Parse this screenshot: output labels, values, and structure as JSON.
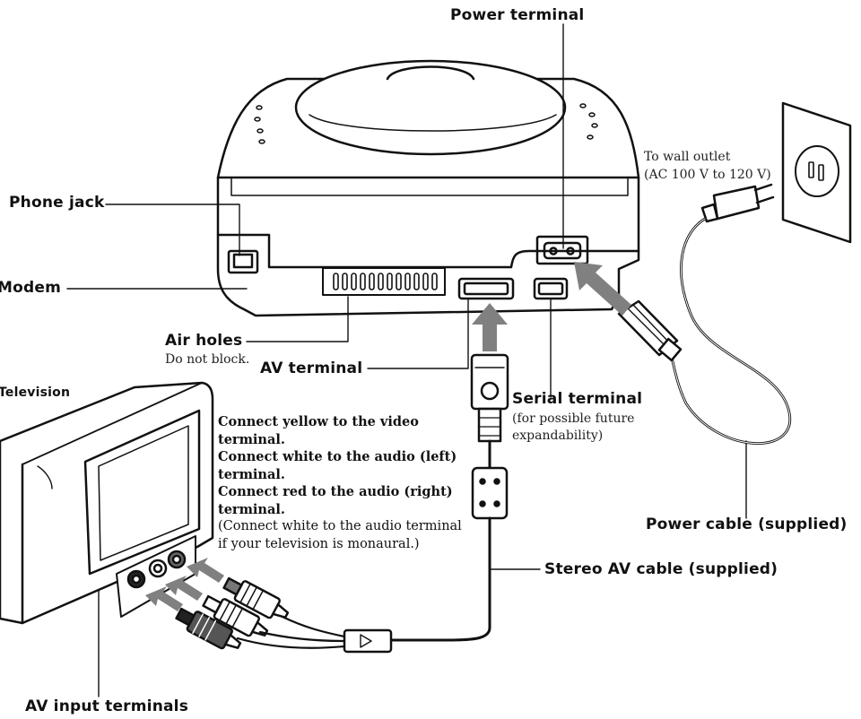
{
  "labels": {
    "power_terminal": "Power terminal",
    "phone_jack": "Phone jack",
    "modem": "Modem",
    "air_holes": "Air holes",
    "air_holes_note": "Do not block.",
    "av_terminal": "AV terminal",
    "serial_terminal": "Serial terminal",
    "serial_note_1": "(for possible future",
    "serial_note_2": "expandability)",
    "wall_outlet_1": "To wall outlet",
    "wall_outlet_2": "(AC 100 V to 120 V)",
    "television": "Television",
    "power_cable": "Power cable (supplied)",
    "stereo_av_cable": "Stereo AV cable (supplied)",
    "av_input_terminals": "AV input terminals"
  },
  "instructions": {
    "line1": "Connect yellow to the video",
    "line2": "terminal.",
    "line3": "Connect white to the audio (left)",
    "line4": "terminal.",
    "line5": "Connect red to the audio (right)",
    "line6": "terminal.",
    "line7": "(Connect white to the audio terminal",
    "line8": "if your television is monaural.)"
  },
  "colors": {
    "ink": "#111111",
    "arrow": "#808080",
    "connector": "#3a3a3a"
  }
}
